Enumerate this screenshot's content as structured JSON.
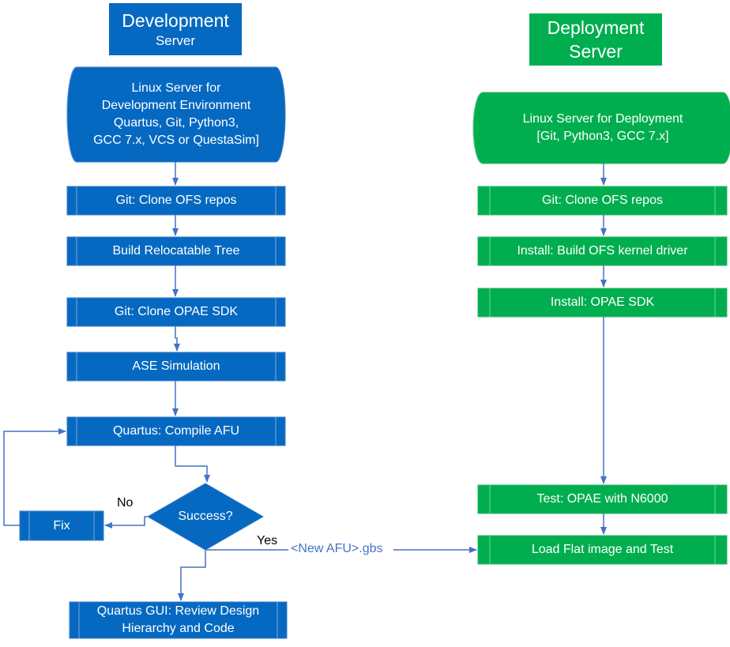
{
  "colors": {
    "blue": "#0569c1",
    "blue_border": "#3b79c6",
    "green": "#00ae4f",
    "green_border": "#2fb36a",
    "arrow": "#4472c4"
  },
  "dev": {
    "title": "Development",
    "subtitle": "Server",
    "server": "Linux Server for\nDevelopment Environment\nQuartus, Git, Python3,\nGCC 7.x, VCS or QuestaSim]",
    "clone_ofs": "Git: Clone OFS repos",
    "build_tree": "Build Relocatable Tree",
    "clone_opae": "Git: Clone OPAE SDK",
    "ase": "ASE Simulation",
    "compile": "Quartus: Compile AFU",
    "decision": "Success?",
    "fix": "Fix",
    "review": "Quartus GUI: Review Design\nHierarchy and Code",
    "no_label": "No",
    "yes_label": "Yes",
    "edge_label": "<New AFU>.gbs"
  },
  "deploy": {
    "title": "Deployment\nServer",
    "server": "Linux Server for Deployment\n[Git, Python3, GCC 7.x]",
    "clone_ofs": "Git: Clone OFS repos",
    "driver": "Install: Build OFS kernel driver",
    "opae": "Install: OPAE SDK",
    "test": "Test: OPAE with N6000",
    "load": "Load Flat image and Test"
  }
}
